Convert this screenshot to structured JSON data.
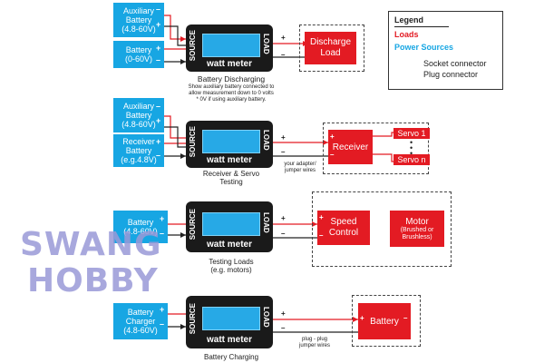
{
  "colors": {
    "power_source": "#17a6e3",
    "load": "#e31b23",
    "meter": "#1a1a1a",
    "screen": "#27a9e6"
  },
  "legend": {
    "title": "Legend",
    "loads": "Loads",
    "power_sources": "Power Sources",
    "socket": "Socket connector",
    "plug": "Plug connector"
  },
  "meter": {
    "label": "watt meter",
    "source": "SOURCE",
    "load": "LOAD"
  },
  "s1": {
    "aux": "Auxiliary\nBattery\n(4.8-60V)",
    "bat": "Battery\n(0-60V)",
    "load": "Discharge\nLoad",
    "caption": "Battery Discharging",
    "note": "Show auxiliary battery connected to\nallow measurement down to 0 volts\n* 0V if using auxiliary battery."
  },
  "s2": {
    "aux": "Auxiliary\nBattery\n(4.8-60V)",
    "rx": "Receiver\nBattery\n(e.g.4.8V)",
    "receiver": "Receiver",
    "servo1": "Servo 1",
    "servon": "Servo n",
    "caption": "Receiver & Servo\nTesting",
    "wires": "your adapter/\njumper wires"
  },
  "s3": {
    "bat": "Battery\n(4.8-60V)",
    "esc": "Speed\nControl",
    "motor": "Motor",
    "motor_sub": "(Brushed or\nBrushless)",
    "caption": "Testing Loads\n(e.g. motors)"
  },
  "s4": {
    "charger": "Battery\nCharger\n(4.8-60V)",
    "bat": "Battery",
    "caption": "Battery Charging",
    "wires": "plug - plug\njumper wires"
  },
  "watermark": {
    "line1": "SWANG",
    "line2": "HOBBY"
  }
}
